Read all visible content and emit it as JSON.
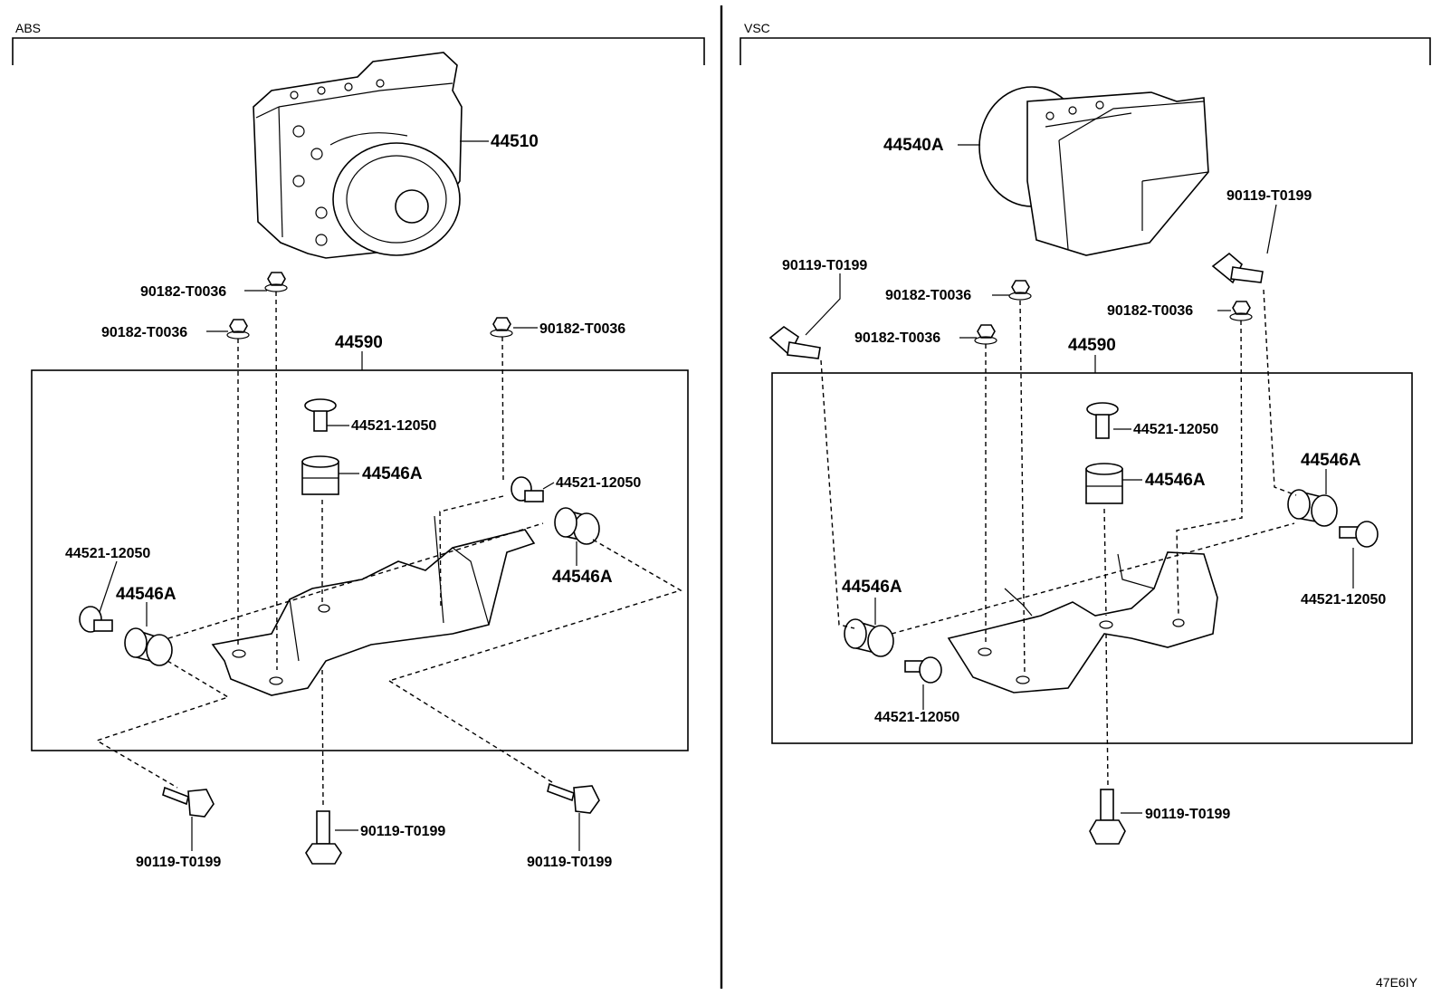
{
  "sections": {
    "abs": {
      "title": "ABS",
      "actuator": "44510",
      "bracket": "44590",
      "nut_top": "90182-T0036",
      "nut_left": "90182-T0036",
      "nut_right": "90182-T0036",
      "collar_top": "44521-12050",
      "cushion_top": "44546A",
      "collar_right": "44521-12050",
      "cushion_right": "44546A",
      "collar_left": "44521-12050",
      "cushion_left": "44546A",
      "bolt_left": "90119-T0199",
      "bolt_center": "90119-T0199",
      "bolt_right": "90119-T0199"
    },
    "vsc": {
      "title": "VSC",
      "actuator": "44540A",
      "bracket": "44590",
      "bolt_top_right": "90119-T0199",
      "bolt_top_left": "90119-T0199",
      "nut_top": "90182-T0036",
      "nut_mid_left": "90182-T0036",
      "nut_right": "90182-T0036",
      "collar_top": "44521-12050",
      "cushion_top": "44546A",
      "cushion_right": "44546A",
      "collar_right": "44521-12050",
      "cushion_left": "44546A",
      "collar_left": "44521-12050",
      "bolt_bottom": "90119-T0199"
    }
  },
  "footer_code": "47E6IY"
}
